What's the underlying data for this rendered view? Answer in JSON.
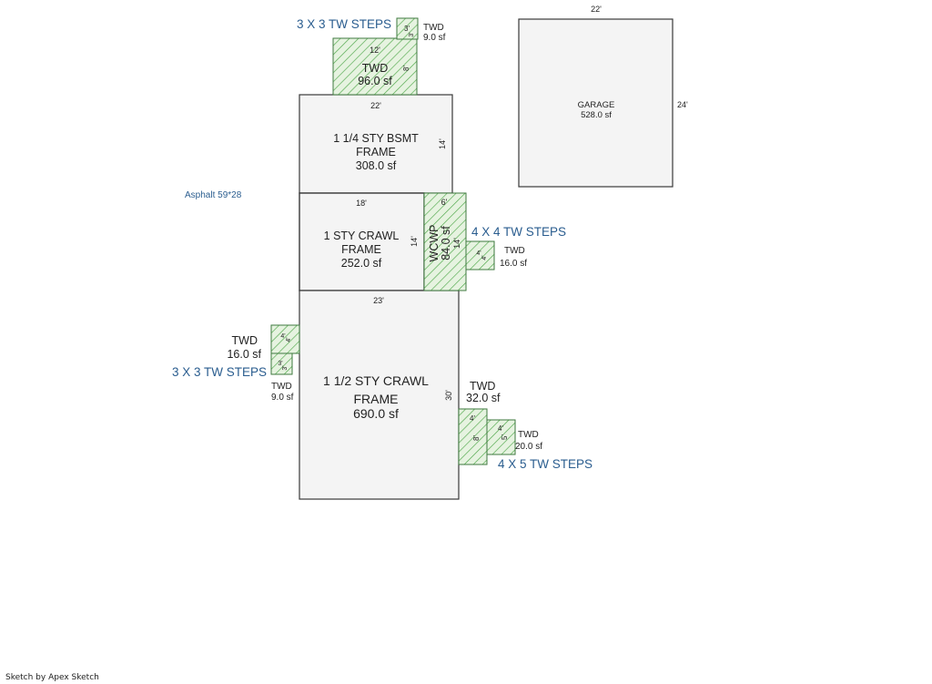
{
  "sketch": {
    "areas": {
      "twd_top_small": {
        "side_a": "3'",
        "side_b": "3'",
        "label": "TWD",
        "area": "9.0 sf"
      },
      "twd_top_large": {
        "dim_top": "12'",
        "dim_side": "8'",
        "label": "TWD",
        "area": "96.0 sf"
      },
      "bsmt": {
        "dim_top": "22'",
        "dim_side": "14'",
        "line1": "1 1/4 STY BSMT",
        "line2": "FRAME",
        "area": "308.0 sf"
      },
      "crawl_1sty": {
        "dim_top": "18'",
        "dim_side": "14'",
        "line1": "1 STY CRAWL",
        "line2": "FRAME",
        "area": "252.0 sf"
      },
      "wcwp": {
        "dim_top": "6'",
        "dim_side": "14'",
        "label": "WCWP",
        "area": "84.0 sf"
      },
      "twd_right_mid": {
        "side_a": "4'",
        "side_b": "4'",
        "label": "TWD",
        "area": "16.0 sf"
      },
      "crawl_1half": {
        "dim_top": "23'",
        "dim_side": "30'",
        "line1": "1 1/2 STY CRAWL",
        "line2": "FRAME",
        "area": "690.0 sf"
      },
      "twd_left_upper": {
        "side_a": "4'",
        "side_b": "4'",
        "label": "TWD",
        "area": "16.0 sf"
      },
      "twd_left_lower": {
        "side_a": "3'",
        "side_b": "3'",
        "label": "TWD",
        "area": "9.0 sf"
      },
      "twd_right_low_a": {
        "dim_top": "4'",
        "dim_side": "8'",
        "label": "TWD",
        "area": "32.0 sf"
      },
      "twd_right_low_b": {
        "dim_top": "4'",
        "dim_side": "5'",
        "label": "TWD",
        "area": "20.0 sf"
      },
      "garage": {
        "dim_top": "22'",
        "dim_side": "24'",
        "label": "GARAGE",
        "area": "528.0 sf"
      }
    },
    "step_notes": {
      "top": "3 X 3 TW STEPS",
      "right_mid": "4 X 4 TW STEPS",
      "left": "3 X 3 TW STEPS",
      "right_low": "4 X 5 TW STEPS"
    },
    "asphalt_note": "Asphalt 59*28",
    "footer": "Sketch by Apex Sketch",
    "colors": {
      "outline": "#3a3a3a",
      "deck_fill": "#e6f3e0",
      "deck_hatch": "#4fa84a",
      "deck_border": "#3f7a3f",
      "note_blue": "#2a5d8f"
    }
  }
}
